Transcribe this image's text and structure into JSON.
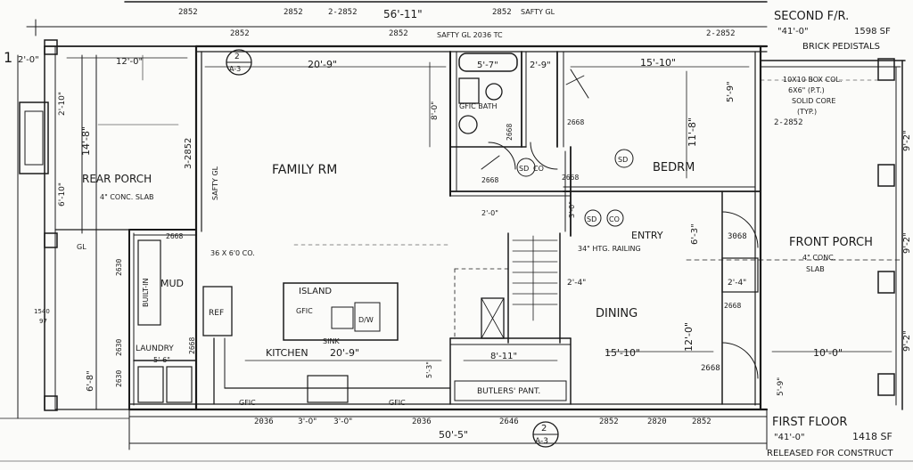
{
  "ink_color": "#1a1a1a",
  "paper_color": "#fbfbf9",
  "header": {
    "second_floor": "SECOND F/R.",
    "second_floor_dims": "\"41'-0\"",
    "second_floor_sf": "1598 SF",
    "brick_pedestals": "BRICK PEDISTALS",
    "note_1": "10X10 BOX COL.",
    "note_2": "6X6\" (P.T.)",
    "note_3": "SOLID CORE",
    "note_4": "(TYP.)",
    "top_dim_1": "2852",
    "top_dim_2": "2852",
    "top_dim_3": "2-2852",
    "top_overall": "56'-11\"",
    "top_dim_4": "2852",
    "top_note_safety": "SAFTY GL"
  },
  "rooms": {
    "rear_porch": "REAR PORCH",
    "rear_porch_slab": "4\" CONC. SLAB",
    "family_rm": "FAMILY RM",
    "bath": "GFIC BATH",
    "bedroom": "BEDRM",
    "front_porch": "FRONT PORCH",
    "front_porch_slab_1": "4\" CONC.",
    "front_porch_slab_2": "SLAB",
    "mud": "MUD",
    "built_in": "BUILT-IN",
    "laundry": "LAUNDRY",
    "island": "ISLAND",
    "island_gfic": "GFIC",
    "sink": "SINK",
    "dw": "D/W",
    "ref": "REF",
    "kitchen": "KITCHEN",
    "dining": "DINING",
    "entry": "ENTRY",
    "butlers_pantry": "BUTLERS' PANT."
  },
  "dims": {
    "d_12_0": "12'-0\"",
    "d_20_9_top": "20'-9\"",
    "d_5_7": "5'-7\"",
    "d_2_9": "2'-9\"",
    "d_15_10_top": "15'-10\"",
    "d_14_8": "14'-8\"",
    "d_6_10": "6'-10\"",
    "d_2_10": "2'-10\"",
    "d_8_0": "8'-0\"",
    "d_11_8": "11'-8\"",
    "d_5_9_top": "5'-9\"",
    "d_3_2852": "3-2852",
    "d_safty_gl": "SAFTY GL",
    "d_2_2852_left": "2-2852",
    "d_2852_top": "2852",
    "d_2852_bath": "2852",
    "d_2036_top": "SAFTY GL 2036 TC",
    "d_2_2852_right": "2-2852",
    "d_2668_a": "2668",
    "d_2668_b": "2668",
    "d_2668_c": "2668",
    "d_2668_d": "2668",
    "d_2668_e": "2668",
    "d_3068": "3068",
    "d_2668_f": "2668",
    "d_2_4_right": "2'-4\"",
    "d_2_4_mid": "2'-4\"",
    "d_2_0": "2'-0\"",
    "d_3_0": "3'-0\"",
    "d_6_3": "6'-3\"",
    "d_9_2_a": "9'-2\"",
    "d_9_2_b": "9'-2\"",
    "d_9_2_c": "9'-2\"",
    "d_12_0_dining": "12'-0\"",
    "d_15_10_dining": "15'-10\"",
    "d_10_0": "10'-0\"",
    "d_5_9_bot": "5'-9\"",
    "d_8_11": "8'-11\"",
    "d_20_9_kitchen": "20'-9\"",
    "d_6_8_left": "6'-8\"",
    "d_5_6": "5'-6\"",
    "d_2630_a": "2630",
    "d_2630_b": "2630",
    "d_2630_c": "2630",
    "d_2668_g": "2668",
    "d_2668_h": "2668",
    "d_36x60": "36 X 6'0 CO.",
    "d_34_rail": "34\" HTG. RAILING",
    "d_5_3": "5'-3\"",
    "d_2_0_top": "2'-0\"",
    "d_gl_left": "GL"
  },
  "bottom": {
    "gfic_a": "GFIC",
    "d_2036_a": "2036",
    "d_3_0_a": "3'-0\"",
    "d_3_0_b": "3'-0\"",
    "gfic_b": "GFIC",
    "d_2036_b": "2036",
    "d_2646": "2646",
    "d_2852_bot": "2852",
    "d_2820": "2820",
    "d_2852_bot2": "2852",
    "overall": "50'-5\"",
    "first_floor": "FIRST FLOOR",
    "first_floor_dims": "\"41'-0\"",
    "first_floor_sf": "1418 SF",
    "released": "RELEASED FOR CONSTRUCT",
    "section_top": "2",
    "section_bottom": "A-3",
    "section2_top": "2",
    "section2_bottom": "A-3",
    "stamp_1": "1540",
    "stamp_2": "97",
    "symbol_sd": "SD",
    "symbol_co": "CO",
    "symbol_sd2": "SD",
    "symbol_co2": "CO",
    "symbol_sd3": "SD",
    "symbol_grid": "1"
  }
}
